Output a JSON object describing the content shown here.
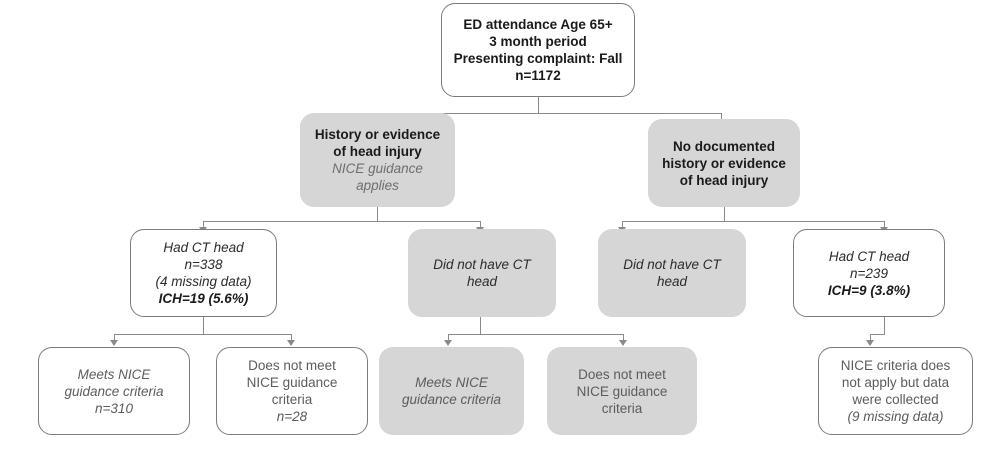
{
  "figure": {
    "type": "flowchart",
    "title": "ED attendance fall pathway flow diagram",
    "colors": {
      "gray_node_fill": "#d6d6d6",
      "white_node_fill": "#ffffff",
      "node_border": "#7b7b7b",
      "connector": "#8a8a8a",
      "text_dark": "#1a1a1a",
      "text_gray": "#6e6e6e"
    }
  },
  "nodes": {
    "root": {
      "name": "ed-attendance-root",
      "style": "white",
      "lines": [
        "ED attendance Age 65+",
        "3 month period",
        "Presenting complaint: Fall",
        "n=1172"
      ]
    },
    "head_injury_yes": {
      "name": "history-or-evidence-head-injury",
      "style": "gray",
      "lines": [
        "History or evidence",
        "of head injury",
        "NICE guidance",
        "applies"
      ]
    },
    "head_injury_no": {
      "name": "no-documented-head-injury",
      "style": "gray",
      "lines": [
        "No documented",
        "history or evidence",
        "of head injury"
      ]
    },
    "ct_left": {
      "name": "had-ct-head-left",
      "style": "white",
      "lines": [
        "Had CT head",
        "n=338",
        "(4 missing data)",
        "ICH=19 (5.6%)"
      ]
    },
    "no_ct_left": {
      "name": "did-not-have-ct-head-left",
      "style": "gray",
      "lines": [
        "Did not have CT",
        "head"
      ]
    },
    "no_ct_right": {
      "name": "did-not-have-ct-head-right",
      "style": "gray",
      "lines": [
        "Did not have CT",
        "head"
      ]
    },
    "ct_right": {
      "name": "had-ct-head-right",
      "style": "white",
      "lines": [
        "Had CT head",
        "n=239",
        "ICH=9 (3.8%)"
      ]
    },
    "meets_left": {
      "name": "meets-nice-criteria-left",
      "style": "white",
      "lines": [
        "Meets NICE",
        "guidance criteria",
        "n=310"
      ]
    },
    "not_meets_left": {
      "name": "does-not-meet-nice-criteria-left",
      "style": "white",
      "lines": [
        "Does not meet",
        "NICE guidance",
        "criteria",
        "n=28"
      ]
    },
    "meets_mid": {
      "name": "meets-nice-criteria-middle",
      "style": "gray",
      "lines": [
        "Meets NICE",
        "guidance criteria"
      ]
    },
    "not_meets_mid": {
      "name": "does-not-meet-nice-criteria-middle",
      "style": "gray",
      "lines": [
        "Does not meet",
        "NICE guidance",
        "criteria"
      ]
    },
    "nice_na": {
      "name": "nice-criteria-not-applicable",
      "style": "white",
      "lines": [
        "NICE criteria does",
        "not apply but data",
        "were collected",
        "(9 missing data)"
      ]
    }
  }
}
